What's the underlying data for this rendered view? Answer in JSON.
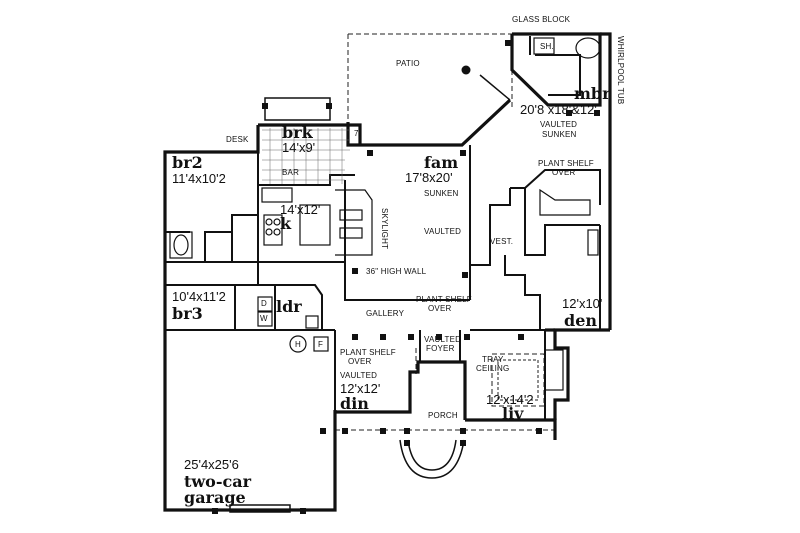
{
  "labels": {
    "glass_block": "GLASS BLOCK",
    "patio": "PATIO",
    "sh": "SH.",
    "whirlpool_tub": "WHIRLPOOL TUB",
    "mbr_name": "mbr",
    "mbr_dim": "20'8 x18'&12'",
    "vaulted_sunken": "VAULTED",
    "sunken_mbr": "SUNKEN",
    "desk": "DESK",
    "brk_name": "brk",
    "brk_dim": "14'x9'",
    "br2_name": "br2",
    "br2_dim": "11'4x10'2",
    "bar": "BAR",
    "k_dim": "14'x12'",
    "k_name": "k",
    "fam_name": "fam",
    "fam_dim": "17'8x20'",
    "fam_sunken": "SUNKEN",
    "plant_shelf_over_top": "PLANT SHELF",
    "over_top": "OVER",
    "skylight": "SKYLIGHT",
    "vaulted_fam": "VAULTED",
    "vest": "VEST.",
    "high_wall": "36\" HIGH WALL",
    "br3_dim": "10'4x11'2",
    "br3_name": "br3",
    "ldr_name": "ldr",
    "d": "D",
    "w": "W",
    "gallery": "GALLERY",
    "plant_shelf_over_mid": "PLANT SHELF",
    "over_mid": "OVER",
    "den_dim": "12'x10'",
    "den_name": "den",
    "h": "H",
    "f": "F",
    "plant_shelf_over_din": "PLANT SHELF",
    "over_din": "OVER",
    "vaulted_foyer": "VAULTED",
    "foyer": "FOYER",
    "tray": "TRAY",
    "ceiling": "CEILING",
    "vaulted_din": "VAULTED",
    "din_dim": "12'x12'",
    "din_name": "din",
    "porch": "PORCH",
    "liv_dim": "12'x14'2",
    "liv_name": "liv",
    "garage_dim": "25'4x25'6",
    "garage_name1": "two-car",
    "garage_name2": "garage",
    "note_7": "7"
  }
}
